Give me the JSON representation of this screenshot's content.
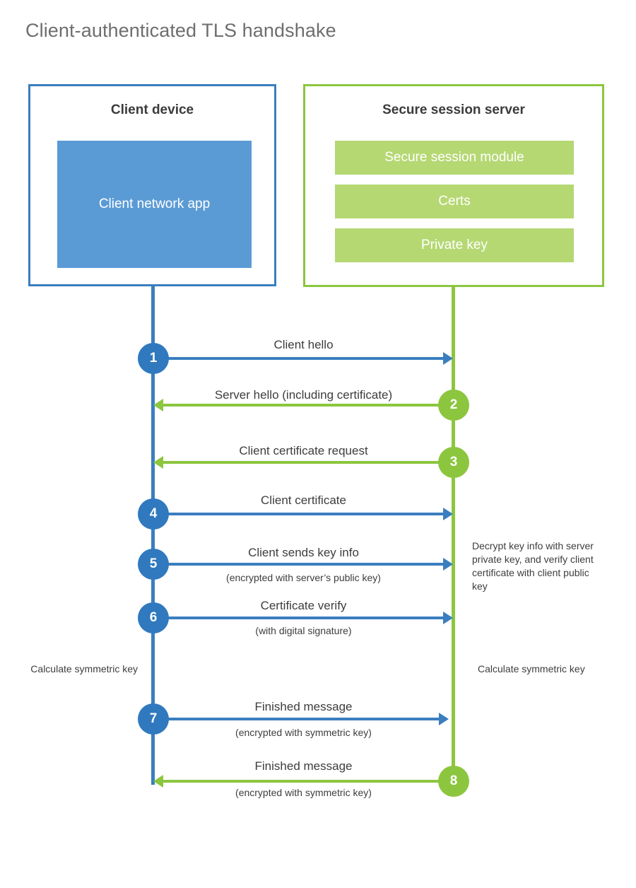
{
  "title": "Client-authenticated TLS handshake",
  "colors": {
    "client_blue": "#3a7ec0",
    "client_app_fill": "#5b9bd5",
    "server_green": "#8cc63f",
    "server_bar_fill": "#b5d873",
    "step_blue": "#3079be",
    "step_green": "#8cc63f",
    "title_gray": "#6e6e6e"
  },
  "client": {
    "title": "Client device",
    "app_label": "Client network app"
  },
  "server": {
    "title": "Secure session server",
    "components": [
      {
        "label": "Secure session module"
      },
      {
        "label": "Certs"
      },
      {
        "label": "Private key"
      }
    ]
  },
  "steps": [
    {
      "number": "1",
      "label": "Client hello",
      "sublabel": "",
      "direction": "client-to-server",
      "color": "blue"
    },
    {
      "number": "2",
      "label": "Server hello (including certificate)",
      "sublabel": "",
      "direction": "server-to-client",
      "color": "green"
    },
    {
      "number": "3",
      "label": "Client certificate request",
      "sublabel": "",
      "direction": "server-to-client",
      "color": "green"
    },
    {
      "number": "4",
      "label": "Client certificate",
      "sublabel": "",
      "direction": "client-to-server",
      "color": "blue"
    },
    {
      "number": "5",
      "label": "Client sends key info",
      "sublabel": "(encrypted with server’s public key)",
      "direction": "client-to-server",
      "color": "blue"
    },
    {
      "number": "6",
      "label": "Certificate verify",
      "sublabel": "(with digital signature)",
      "direction": "client-to-server",
      "color": "blue"
    },
    {
      "number": "7",
      "label": "Finished message",
      "sublabel": "(encrypted with symmetric key)",
      "direction": "client-to-server",
      "color": "blue"
    },
    {
      "number": "8",
      "label": "Finished message",
      "sublabel": "(encrypted with symmetric key)",
      "direction": "server-to-client",
      "color": "green"
    }
  ],
  "notes": {
    "server_decrypt": "Decrypt key info with server private key, and verify client certificate with client public key",
    "client_calculate": "Calculate symmetric key",
    "server_calculate": "Calculate symmetric key"
  }
}
